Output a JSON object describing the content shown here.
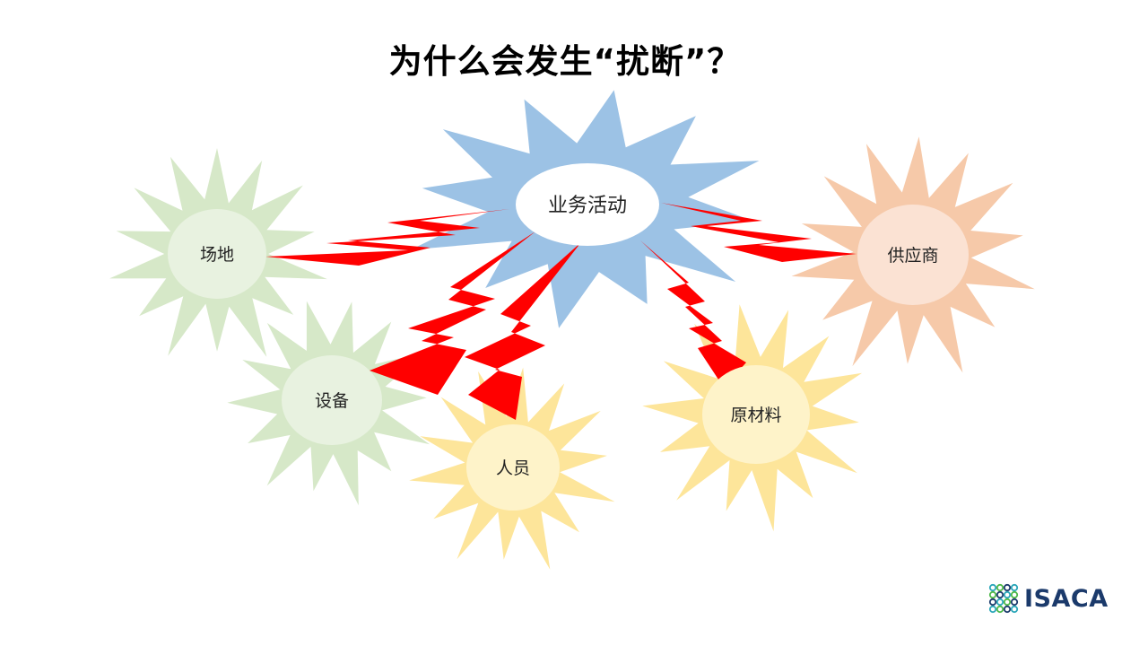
{
  "title": "为什么会发生“扰断”？",
  "brand": {
    "name": "ISACA",
    "text_color": "#1b3a6b",
    "mark_colors": [
      "#2aa6b8",
      "#4db848",
      "#1b3a6b"
    ]
  },
  "diagram": {
    "center": {
      "id": "center",
      "label": "业务活动",
      "burst_color": "#9cc2e5",
      "disc_color": "#ffffff"
    },
    "factors": [
      {
        "id": "site",
        "label": "场地",
        "burst_color": "#d6e8c8",
        "disc_color": "#e8f2e0"
      },
      {
        "id": "equipment",
        "label": "设备",
        "burst_color": "#d6e8c8",
        "disc_color": "#e8f2e0"
      },
      {
        "id": "personnel",
        "label": "人员",
        "burst_color": "#fde59a",
        "disc_color": "#fef3c9"
      },
      {
        "id": "materials",
        "label": "原材料",
        "burst_color": "#fde59a",
        "disc_color": "#fef3c9"
      },
      {
        "id": "supplier",
        "label": "供应商",
        "burst_color": "#f6c9a9",
        "disc_color": "#fbe2d3"
      }
    ],
    "bolt_color": "#ff0000",
    "links": [
      "site",
      "equipment",
      "personnel",
      "materials",
      "supplier"
    ]
  }
}
